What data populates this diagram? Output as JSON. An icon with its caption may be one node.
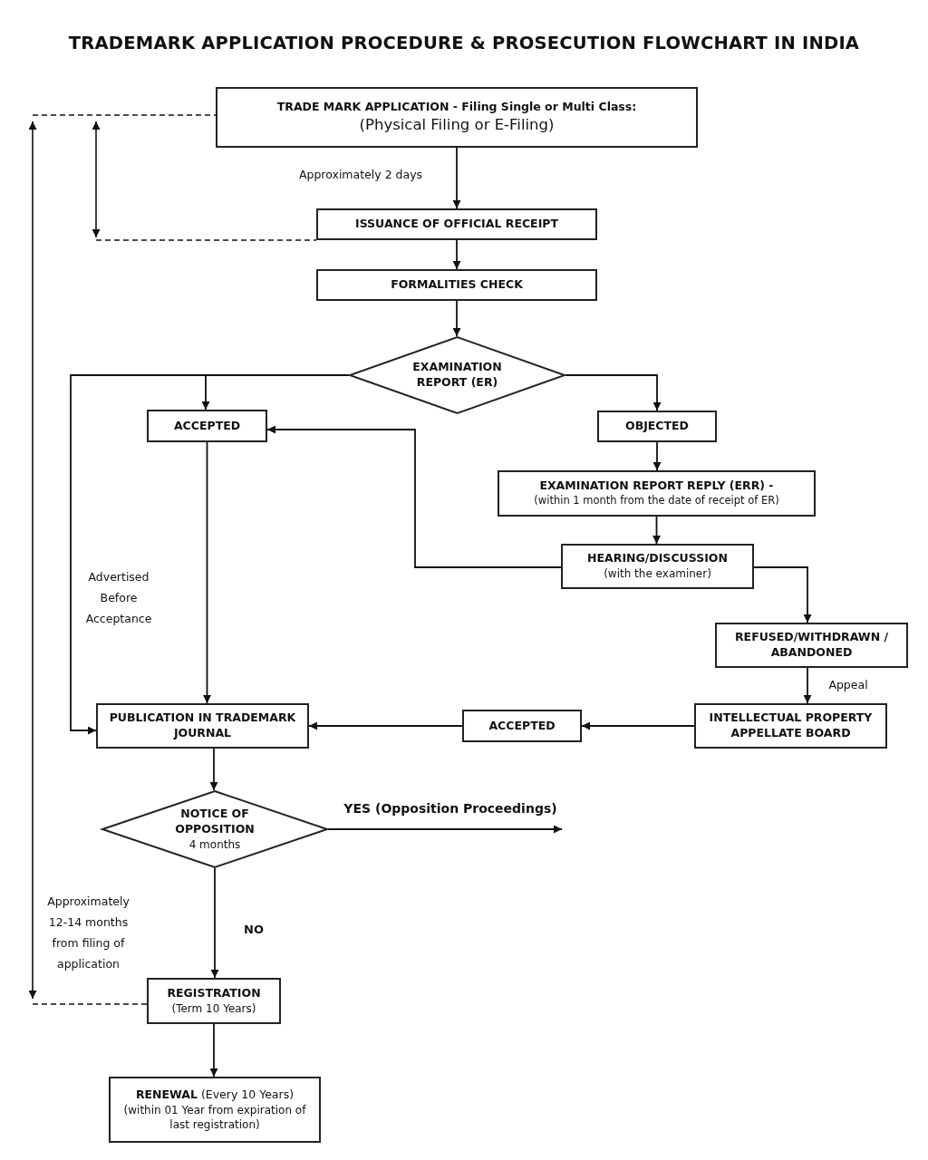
{
  "diagram": {
    "title": "TRADEMARK APPLICATION PROCEDURE & PROSECUTION FLOWCHART IN INDIA",
    "nodes": [
      {
        "text": [
          "TRADE MARK APPLICATION - Filing Single or Multi Class:",
          "(Physical Filing or E-Filing)"
        ]
      },
      {
        "text": [
          "ISSUANCE OF OFFICIAL RECEIPT"
        ]
      },
      {
        "text": [
          "FORMALITIES CHECK"
        ]
      },
      {
        "text": [
          "EXAMINATION REPORT (ER)"
        ]
      },
      {
        "text": [
          "ACCEPTED"
        ]
      },
      {
        "text": [
          "OBJECTED"
        ]
      },
      {
        "text": [
          "EXAMINATION REPORT REPLY (ERR) -",
          "(within 1 month from the date of receipt of ER)"
        ]
      },
      {
        "text": [
          "HEARING/DISCUSSION",
          "(with the examiner)"
        ]
      },
      {
        "text": [
          "REFUSED/WITHDRAWN / ABANDONED"
        ]
      },
      {
        "text": [
          "PUBLICATION IN TRADEMARK JOURNAL"
        ]
      },
      {
        "text": [
          "ACCEPTED"
        ]
      },
      {
        "text": [
          "INTELLECTUAL PROPERTY APPELLATE BOARD"
        ]
      },
      {
        "text": [
          "NOTICE OF OPPOSITION",
          "4 months"
        ]
      },
      {
        "text": [
          "REGISTRATION",
          "(Term 10 Years)"
        ]
      },
      {
        "text": [
          "**RENEWAL** (Every 10 Years)",
          "(within 01 Year from expiration of last registration)"
        ]
      }
    ],
    "edges": [
      {
        "from": 0,
        "to": 1,
        "arrow": "to",
        "label": "Approximately 2 days"
      },
      {
        "from": 1,
        "to": 2,
        "arrow": "to"
      },
      {
        "from": 2,
        "to": 3,
        "arrow": "to"
      },
      {
        "from": 3,
        "to": 4,
        "arrow": "to"
      },
      {
        "from": 3,
        "to": 5,
        "arrow": "to"
      },
      {
        "from": 3,
        "to": 9,
        "arrow": "to",
        "label": "Advertised Before Acceptance"
      },
      {
        "from": 5,
        "to": 6,
        "arrow": "to"
      },
      {
        "from": 6,
        "to": 7,
        "arrow": "to"
      },
      {
        "from": 7,
        "to": 4,
        "arrow": "to"
      },
      {
        "from": 7,
        "to": 8,
        "arrow": "to"
      },
      {
        "from": 8,
        "to": 11,
        "arrow": "to",
        "label": "Appeal"
      },
      {
        "from": 11,
        "to": 10,
        "arrow": "to"
      },
      {
        "from": 10,
        "to": 9,
        "arrow": "to"
      },
      {
        "from": 4,
        "to": 9,
        "arrow": "to"
      },
      {
        "from": 9,
        "to": 12,
        "arrow": "to"
      },
      {
        "from": 12,
        "to": null,
        "arrow": "to",
        "label": "YES (Opposition Proceedings)"
      },
      {
        "from": 12,
        "to": 13,
        "arrow": "to",
        "label": "NO"
      },
      {
        "from": 13,
        "to": 14,
        "arrow": "to"
      }
    ],
    "labels": [
      "Approximately 12-14 months from filing of application"
    ]
  }
}
